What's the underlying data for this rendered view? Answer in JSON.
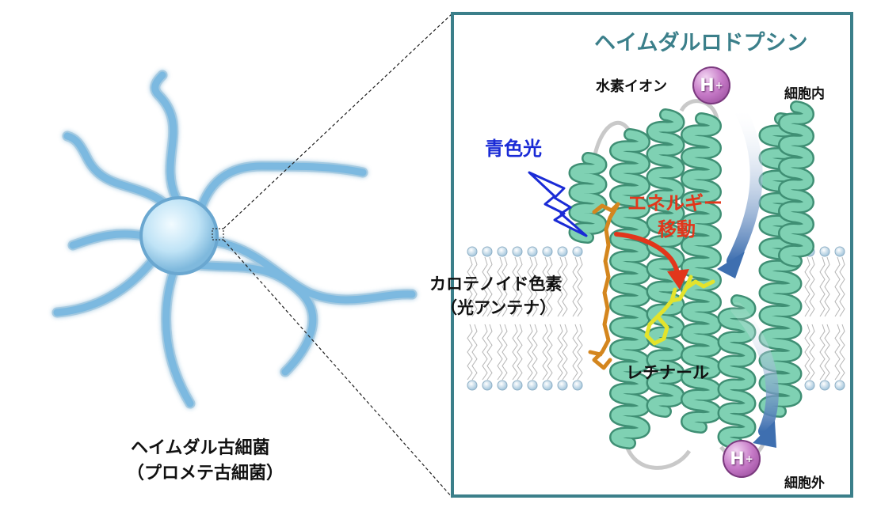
{
  "cell": {
    "name_line1": "ヘイムダル古細菌",
    "name_line2": "（プロメテ古細菌）"
  },
  "panel": {
    "title": "ヘイムダルロドプシン",
    "hydrogen_ion_label": "水素イオン",
    "ion_symbol": "H",
    "ion_charge": "+",
    "intracellular": "細胞内",
    "extracellular": "細胞外",
    "blue_light": "青色光",
    "energy_transfer_line1": "エネルギー",
    "energy_transfer_line2": "移動",
    "carotenoid_line1": "カロテノイド色素",
    "carotenoid_line2": "（光アンテナ）",
    "retinal": "レチナール"
  },
  "colors": {
    "border": "#3b7f8a",
    "title": "#3b7f8a",
    "cell": "#8ec5e6",
    "helix": "#7fd1b3",
    "carotenoid": "#e39a2e",
    "retinal": "#e8e83a",
    "blue_light": "#1a2bd6",
    "energy": "#e2361b",
    "proton_arrow": "#3e6fb0",
    "ion": "#b05db3"
  }
}
